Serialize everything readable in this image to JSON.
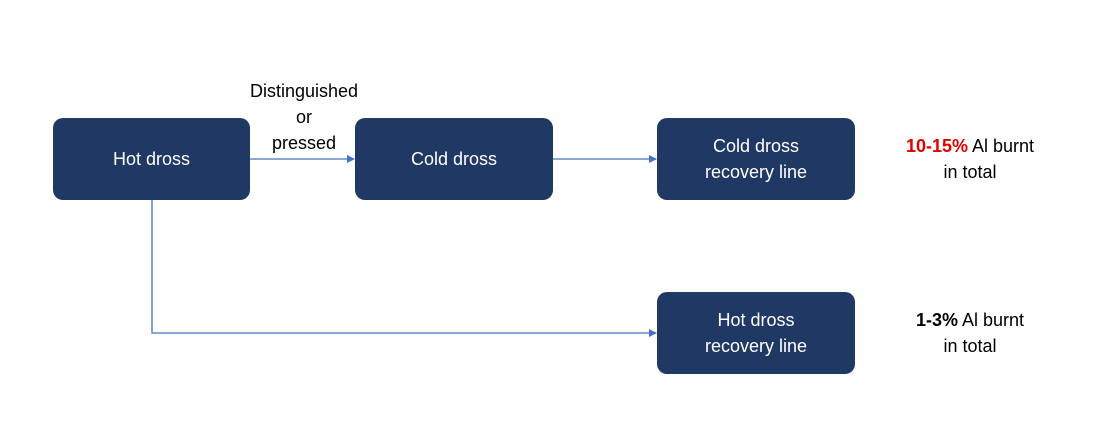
{
  "nodes": {
    "hot_dross": "Hot dross",
    "cold_dross": "Cold dross",
    "cold_recovery": "Cold dross\nrecovery line",
    "hot_recovery": "Hot dross\nrecovery line"
  },
  "edge_label": {
    "line1": "Distinguished",
    "line2": "or",
    "line3": "pressed"
  },
  "notes": {
    "cold": {
      "percent": "10-15%",
      "text1": " Al burnt",
      "text2": "in total"
    },
    "hot": {
      "percent": "1-3%",
      "text1": " Al burnt",
      "text2": "in total"
    }
  },
  "colors": {
    "node_fill": "#1f3864",
    "connector": "#4472c4",
    "highlight": "#e00000"
  }
}
